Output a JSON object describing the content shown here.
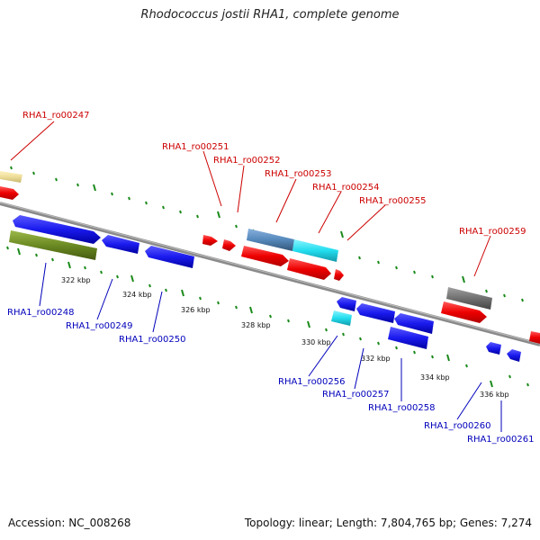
{
  "title": "Rhodococcus jostii RHA1, complete genome",
  "footer": {
    "accession": "Accession: NC_008268",
    "summary": "Topology: linear; Length: 7,804,765 bp; Genes: 7,274"
  },
  "colors": {
    "forward_label": "#cc0000",
    "reverse_label": "#0000bb",
    "backbone": "#8a8a8a",
    "tick": "#1a8a1a",
    "red": "#ee0000",
    "blue": "#1a1aee",
    "cyan": "#22ddee",
    "steelblue": "#5588bb",
    "gray": "#707070",
    "olive": "#6b8a22",
    "lightyellow": "#eedd99"
  },
  "axis_labels": [
    "322 kbp",
    "324 kbp",
    "326 kbp",
    "328 kbp",
    "330 kbp",
    "332 kbp",
    "334 kbp",
    "336 kbp"
  ],
  "forward_genes": [
    "RHA1_ro00247",
    "RHA1_ro00251",
    "RHA1_ro00252",
    "RHA1_ro00253",
    "RHA1_ro00254",
    "RHA1_ro00255",
    "RHA1_ro00259"
  ],
  "reverse_genes": [
    "RHA1_ro00248",
    "RHA1_ro00249",
    "RHA1_ro00250",
    "RHA1_ro00256",
    "RHA1_ro00257",
    "RHA1_ro00258",
    "RHA1_ro00260",
    "RHA1_ro00261"
  ]
}
